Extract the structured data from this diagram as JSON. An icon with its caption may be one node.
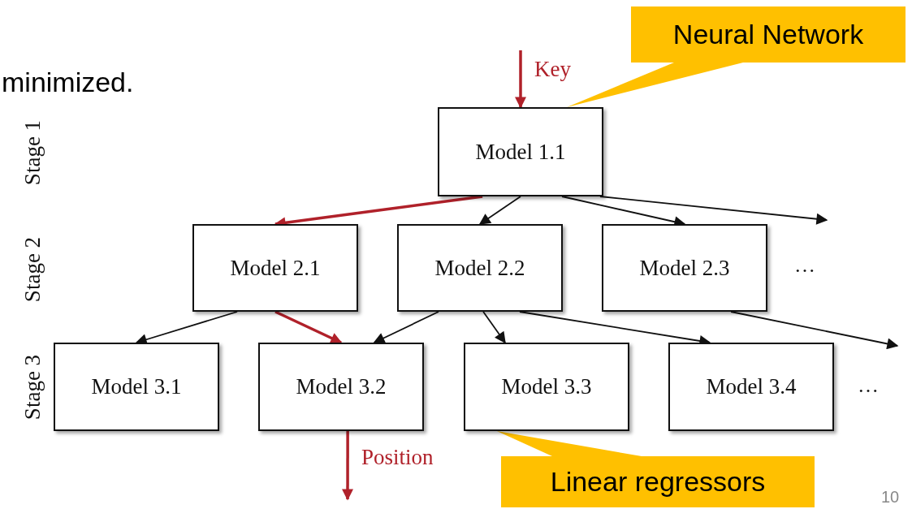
{
  "diagram": {
    "nodes": [
      {
        "text": [
          "Model 1.1"
        ]
      },
      {
        "text": [
          "Model 2.1"
        ]
      },
      {
        "text": [
          "Model 2.2"
        ]
      },
      {
        "text": [
          "Model 2.3"
        ]
      },
      {
        "text": [
          "Model 3.1"
        ]
      },
      {
        "text": [
          "Model 3.2"
        ]
      },
      {
        "text": [
          "Model 3.3"
        ]
      },
      {
        "text": [
          "Model 3.4"
        ]
      },
      {
        "text": [
          "Neural Network"
        ]
      },
      {
        "text": [
          "Linear regressors"
        ]
      }
    ],
    "edges": [
      {
        "from": null,
        "to": 0,
        "arrow": "to",
        "label": "Key",
        "style": "thick",
        "color": "#b0212a"
      },
      {
        "from": 0,
        "to": 1,
        "arrow": "to",
        "style": "thick",
        "color": "#b0212a"
      },
      {
        "from": 0,
        "to": 2,
        "arrow": "to"
      },
      {
        "from": 0,
        "to": 3,
        "arrow": "to"
      },
      {
        "from": 0,
        "to": null,
        "arrow": "to"
      },
      {
        "from": 1,
        "to": 4,
        "arrow": "to"
      },
      {
        "from": 1,
        "to": 5,
        "arrow": "to",
        "style": "thick",
        "color": "#b0212a"
      },
      {
        "from": 2,
        "to": 5,
        "arrow": "to"
      },
      {
        "from": 2,
        "to": 6,
        "arrow": "to"
      },
      {
        "from": 2,
        "to": 7,
        "arrow": "to"
      },
      {
        "from": 3,
        "to": null,
        "arrow": "to"
      },
      {
        "from": 5,
        "to": null,
        "arrow": "to",
        "label": "Position",
        "style": "thick",
        "color": "#b0212a"
      },
      {
        "from": 8,
        "to": 0,
        "arrow": "none",
        "color": "#ffc000"
      },
      {
        "from": 9,
        "to": 6,
        "arrow": "none",
        "color": "#ffc000"
      }
    ],
    "labels": [
      "minimized.",
      "Stage 1",
      "Stage 2",
      "Stage 3",
      "…",
      "…",
      "10"
    ]
  }
}
